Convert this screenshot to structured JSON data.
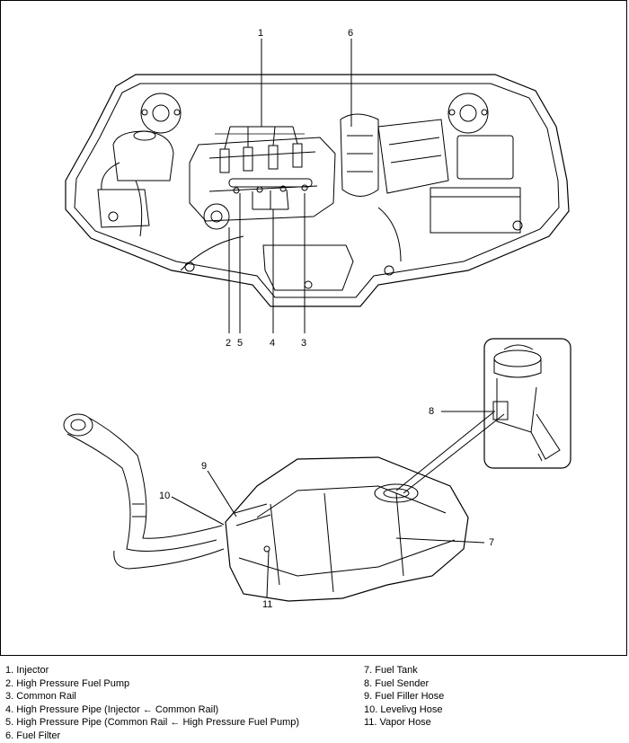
{
  "callouts": {
    "c1": "1",
    "c2": "2",
    "c3": "3",
    "c4": "4",
    "c5": "5",
    "c6": "6",
    "c7": "7",
    "c8": "8",
    "c9": "9",
    "c10": "10",
    "c11": "11"
  },
  "legend_left": [
    "1. Injector",
    "2. High Pressure Fuel Pump",
    "3. Common Rail",
    "4. High Pressure Pipe (Injector ← Common Rail)",
    "5. High Pressure Pipe (Common Rail ← High Pressure Fuel Pump)",
    "6. Fuel Filter"
  ],
  "legend_right": [
    "7. Fuel Tank",
    "8. Fuel Sender",
    "9. Fuel Filler Hose",
    "10. Levelivg Hose",
    "11. Vapor Hose"
  ]
}
